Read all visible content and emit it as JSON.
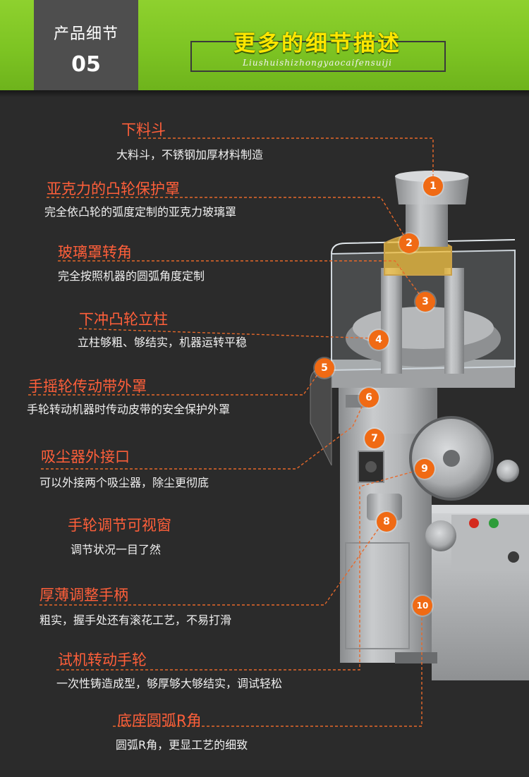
{
  "header": {
    "badge_title": "产品细节",
    "badge_number": "05",
    "title": "更多的细节描述",
    "subtitle": "Liushuishizhongyaocaifensuiji"
  },
  "features": [
    {
      "number": "1",
      "title": "下料斗",
      "desc": "大料斗，不锈钢加厚材料制造"
    },
    {
      "number": "2",
      "title": "亚克力的凸轮保护罩",
      "desc": "完全依凸轮的弧度定制的亚克力玻璃罩"
    },
    {
      "number": "3",
      "title": "玻璃罩转角",
      "desc": "完全按照机器的圆弧角度定制"
    },
    {
      "number": "4",
      "title": "下冲凸轮立柱",
      "desc": "立柱够粗、够结实，机器运转平稳"
    },
    {
      "number": "5",
      "title": "手摇轮传动带外罩",
      "desc": "手轮转动机器时传动皮带的安全保护外罩"
    },
    {
      "number": "6",
      "title": "吸尘器外接口",
      "desc": "可以外接两个吸尘器，除尘更彻底"
    },
    {
      "number": "7",
      "title": "手轮调节可视窗",
      "desc": "调节状况一目了然"
    },
    {
      "number": "8",
      "title": "厚薄调整手柄",
      "desc": "粗实，握手处还有滚花工艺，不易打滑"
    },
    {
      "number": "9",
      "title": "试机转动手轮",
      "desc": "一次性铸造成型，够厚够大够结实，调试轻松"
    },
    {
      "number": "10",
      "title": "底座圆弧R角",
      "desc": "圆弧R角，更显工艺的细致"
    }
  ],
  "colors": {
    "header_green": "#7dc423",
    "title_yellow": "#ffe600",
    "feature_title_red": "#ff5f3a",
    "marker_orange": "#f06a14",
    "leader_line_orange": "#e8692a",
    "background": "#2b2b2b"
  }
}
